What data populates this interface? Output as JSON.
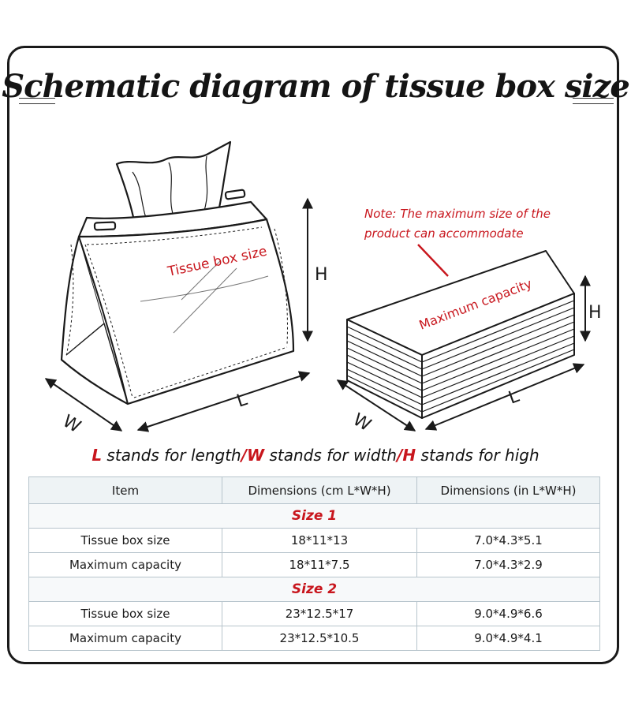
{
  "title": "Schematic diagram of tissue box size",
  "diagram": {
    "box_label": "Tissue box size",
    "box_h": "H",
    "box_l": "L",
    "box_w": "W",
    "note_line1": "Note: The maximum size of the",
    "note_line2": "product can accommodate",
    "stack_label": "Maximum capacity",
    "stack_h": "H",
    "stack_l": "L",
    "stack_w": "W"
  },
  "legend": {
    "l_key": "L",
    "l_text": " stands for length",
    "sep1": "/",
    "w_key": "W",
    "w_text": " stands for width",
    "sep2": "/",
    "h_key": "H",
    "h_text": " stands for high"
  },
  "table": {
    "headers": [
      "Item",
      "Dimensions (cm L*W*H)",
      "Dimensions (in L*W*H)"
    ],
    "groups": [
      {
        "name": "Size 1",
        "rows": [
          [
            "Tissue box size",
            "18*11*13",
            "7.0*4.3*5.1"
          ],
          [
            "Maximum capacity",
            "18*11*7.5",
            "7.0*4.3*2.9"
          ]
        ]
      },
      {
        "name": "Size 2",
        "rows": [
          [
            "Tissue box size",
            "23*12.5*17",
            "9.0*4.9*6.6"
          ],
          [
            "Maximum capacity",
            "23*12.5*10.5",
            "9.0*4.9*4.1"
          ]
        ]
      }
    ]
  },
  "colors": {
    "accent": "#c8161d",
    "ink": "#1a1a1a",
    "table_border": "#b7c4cc"
  }
}
